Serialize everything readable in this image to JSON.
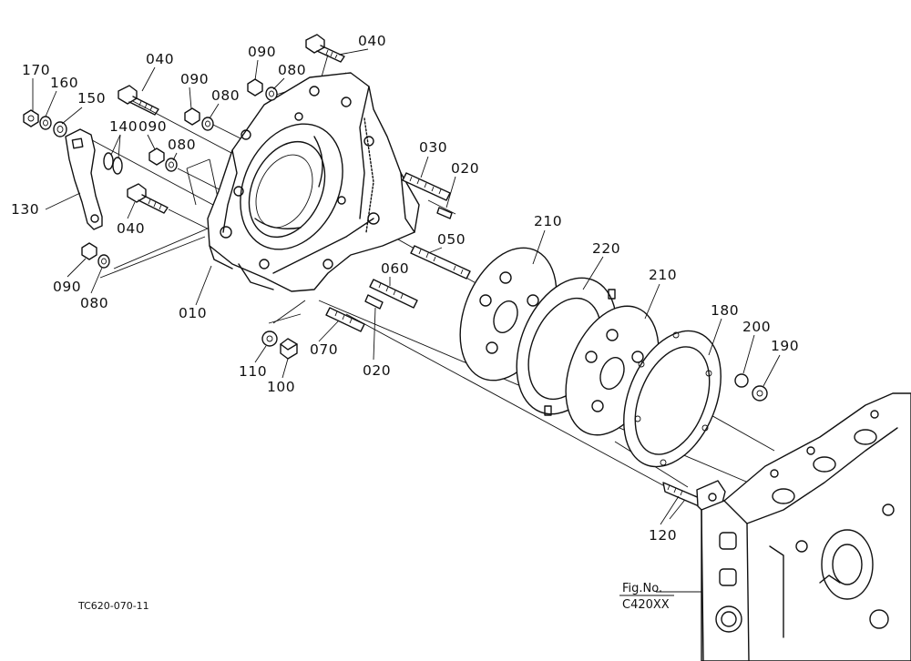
{
  "parts": [
    {
      "id": "p040a",
      "label": "040"
    },
    {
      "id": "p040b",
      "label": "040"
    },
    {
      "id": "p040c",
      "label": "040"
    },
    {
      "id": "p090a",
      "label": "090"
    },
    {
      "id": "p090b",
      "label": "090"
    },
    {
      "id": "p090c",
      "label": "090"
    },
    {
      "id": "p090d",
      "label": "090"
    },
    {
      "id": "p080a",
      "label": "080"
    },
    {
      "id": "p080b",
      "label": "080"
    },
    {
      "id": "p080c",
      "label": "080"
    },
    {
      "id": "p080d",
      "label": "080"
    },
    {
      "id": "p170",
      "label": "170"
    },
    {
      "id": "p160",
      "label": "160"
    },
    {
      "id": "p150",
      "label": "150"
    },
    {
      "id": "p140",
      "label": "140"
    },
    {
      "id": "p130",
      "label": "130"
    },
    {
      "id": "p010",
      "label": "010"
    },
    {
      "id": "p030",
      "label": "030"
    },
    {
      "id": "p020a",
      "label": "020"
    },
    {
      "id": "p020b",
      "label": "020"
    },
    {
      "id": "p050",
      "label": "050"
    },
    {
      "id": "p060",
      "label": "060"
    },
    {
      "id": "p070",
      "label": "070"
    },
    {
      "id": "p110",
      "label": "110"
    },
    {
      "id": "p100",
      "label": "100"
    },
    {
      "id": "p210a",
      "label": "210"
    },
    {
      "id": "p210b",
      "label": "210"
    },
    {
      "id": "p220",
      "label": "220"
    },
    {
      "id": "p180",
      "label": "180"
    },
    {
      "id": "p200",
      "label": "200"
    },
    {
      "id": "p190",
      "label": "190"
    },
    {
      "id": "p120",
      "label": "120"
    }
  ],
  "figure_ref": {
    "line1": "Fig.No.",
    "line2": "C420XX"
  },
  "drawing_code": "TC620-070-11"
}
